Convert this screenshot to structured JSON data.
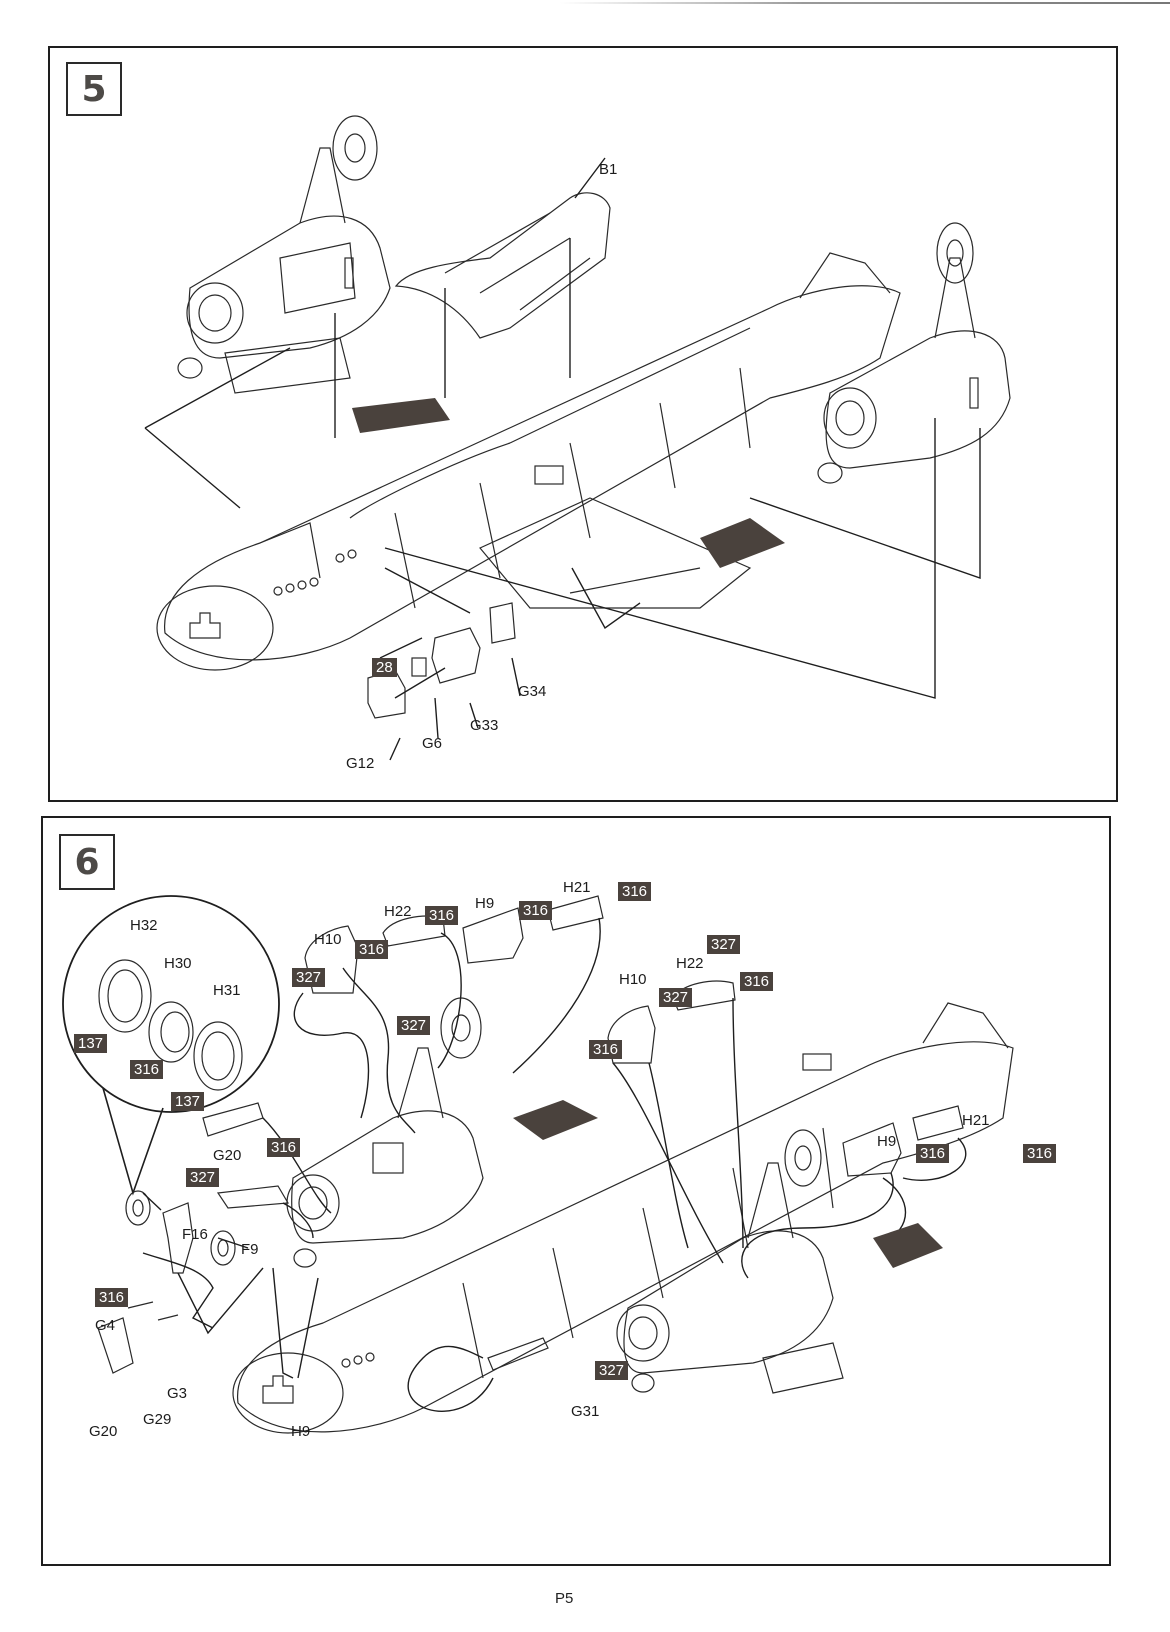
{
  "page": {
    "page_number": "P5"
  },
  "colors": {
    "decal_panel": "#4a423d",
    "badge_bg": "#4a423d",
    "badge_text": "#ffffff",
    "line_art": "#1e1e1e"
  },
  "step5": {
    "number": "5",
    "labels": {
      "b1": "B1",
      "g12": "G12",
      "g6": "G6",
      "g33": "G33",
      "g34": "G34"
    },
    "paint_codes": {
      "g6_color": "28"
    }
  },
  "step6": {
    "number": "6",
    "inset_labels": {
      "h32": "H32",
      "h30": "H30",
      "h31": "H31"
    },
    "inset_paint_codes": {
      "h32_color": "137",
      "h30_color": "316",
      "h31_color": "137"
    },
    "labels": {
      "h10_left": "H10",
      "h22_left": "H22",
      "h9_top": "H9",
      "h21_top": "H21",
      "h10_mid": "H10",
      "h22_mid": "H22",
      "g20_upper": "G20",
      "f16": "F16",
      "f9": "F9",
      "g4": "G4",
      "g3": "G3",
      "g29": "G29",
      "g20_lower": "G20",
      "h9_bottom": "H9",
      "g31": "G31",
      "h9_right": "H9",
      "h21_right": "H21"
    },
    "paint_codes": {
      "h10_left_a": "327",
      "h10_left_b": "316",
      "h22_left_a": "316",
      "h22_left_b": "327",
      "h9_top": "316",
      "h21_top": "316",
      "h10_mid_a": "327",
      "h10_mid_b": "316",
      "h22_mid_a": "327",
      "h22_mid_b": "316",
      "g20_a": "327",
      "g20_b": "316",
      "f16": "316",
      "g31": "327",
      "h9_right": "316",
      "h21_right": "316"
    }
  }
}
